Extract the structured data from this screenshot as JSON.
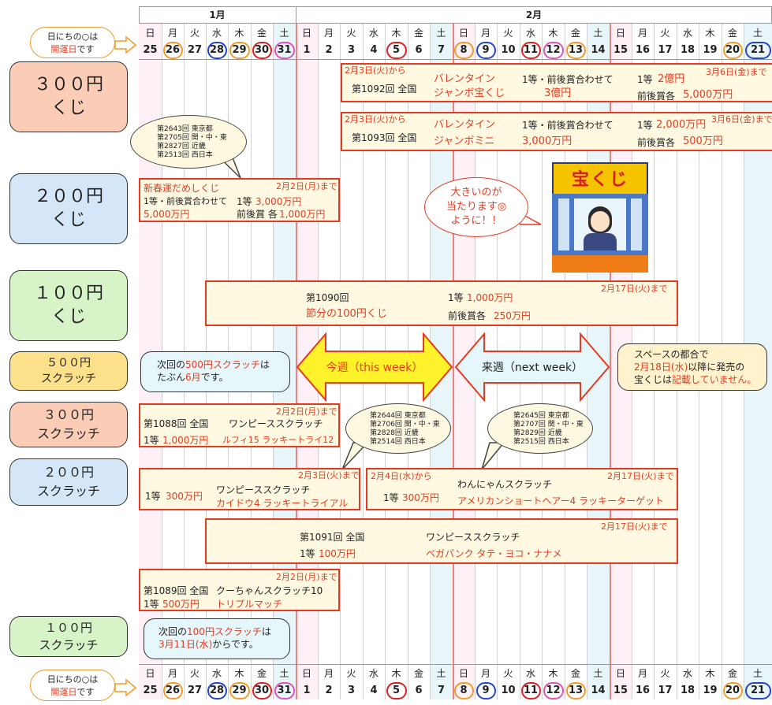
{
  "months": {
    "jan": "1月",
    "feb": "2月"
  },
  "weekdays": [
    "日",
    "月",
    "火",
    "水",
    "木",
    "金",
    "土",
    "日",
    "月",
    "火",
    "水",
    "木",
    "金",
    "土",
    "日",
    "月",
    "火",
    "水",
    "木",
    "金",
    "土",
    "日",
    "月",
    "火",
    "水",
    "木",
    "金",
    "土"
  ],
  "dates": [
    "25",
    "26",
    "27",
    "28",
    "29",
    "30",
    "31",
    "1",
    "2",
    "3",
    "4",
    "5",
    "6",
    "7",
    "8",
    "9",
    "10",
    "11",
    "12",
    "13",
    "14",
    "15",
    "16",
    "17",
    "18",
    "19",
    "20",
    "21"
  ],
  "legend": {
    "line1": "日にちの○は",
    "line2_red": "開運日",
    "line2_rest": "です"
  },
  "categories": {
    "c300kuji": {
      "l1": "３００円",
      "l2": "くじ"
    },
    "c200kuji": {
      "l1": "２００円",
      "l2": "くじ"
    },
    "c100kuji": {
      "l1": "１００円",
      "l2": "くじ"
    },
    "c500scratch": {
      "l1": "５００円",
      "l2": "スクラッチ"
    },
    "c300scratch": {
      "l1": "３００円",
      "l2": "スクラッチ"
    },
    "c200scratch": {
      "l1": "２００円",
      "l2": "スクラッチ"
    },
    "c100scratch": {
      "l1": "１００円",
      "l2": "スクラッチ"
    }
  },
  "lottery": {
    "valentine_jumbo": {
      "from": "2月3日(火)から",
      "until": "3月6日(金)まで",
      "round": "第1092回 全国",
      "name1": "バレンタイン",
      "name2": "ジャンボ宝くじ",
      "combined_label": "1等・前後賞合わせて",
      "combined": "3億円",
      "first_label": "1等",
      "first": "2億円",
      "adjacent_label": "前後賞各",
      "adjacent": "5,000万円"
    },
    "valentine_mini": {
      "from": "2月3日(火)から",
      "until": "3月6日(金)まで",
      "round": "第1093回 全国",
      "name1": "バレンタイン",
      "name2": "ジャンボミニ",
      "combined_label": "1等・前後賞合わせて",
      "combined": "3,000万円",
      "first_label": "1等",
      "first": "2,000万円",
      "adjacent_label": "前後賞各",
      "adjacent": "500万円"
    },
    "shinshun": {
      "until": "2月2日(月)まで",
      "name": "新春運だめしくじ",
      "combined_label": "1等・前後賞合わせて",
      "combined": "5,000万円",
      "first_label": "1等",
      "first": "3,000万円",
      "adjacent_label": "前後賞 各",
      "adjacent": "1,000万円"
    },
    "setsubun": {
      "until": "2月17日(火)まで",
      "round": "第1090回",
      "name": "節分の100円くじ",
      "first_label": "1等",
      "first": "1,000万円",
      "adjacent_label": "前後賞各",
      "adjacent": "250万円"
    },
    "scratch500_note": {
      "pre": "次回の",
      "red": "500円スクラッチ",
      "post": "は",
      "l2pre": "たぶん",
      "l2red": "6月",
      "l2post": "です。"
    },
    "scratch300": {
      "until": "2月2日(月)まで",
      "round": "第1088回 全国",
      "name": "ワンピーススクラッチ",
      "first_label": "1等",
      "first": "1,000万円",
      "sub": "ルフィ15 ラッキートライ12"
    },
    "scratch200a": {
      "until": "2月3日(火)まで",
      "name": "ワンピーススクラッチ",
      "first_label": "1等",
      "first": "300万円",
      "sub": "カイドウ4 ラッキートライアル"
    },
    "scratch200b": {
      "from": "2月4日(水)から",
      "until": "2月17日(火)まで",
      "name": "わんにゃんスクラッチ",
      "first_label": "1等",
      "first": "300万円",
      "sub": "アメリカンショートヘアー4 ラッキーターゲット"
    },
    "scratch200c": {
      "until": "2月17日(火)まで",
      "round": "第1091回 全国",
      "name": "ワンピーススクラッチ",
      "first_label": "1等",
      "first": "100万円",
      "sub": "ベガパンク タテ・ヨコ・ナナメ"
    },
    "scratch200d": {
      "until": "2月2日(月)まで",
      "round": "第1089回 全国",
      "name": "クーちゃんスクラッチ10",
      "first_label": "1等",
      "first": "500万円",
      "sub": "トリプルマッチ"
    },
    "scratch100_note": {
      "pre": "次回の",
      "red": "100円スクラッチ",
      "post": "は",
      "l2red": "3月11日(水)",
      "l2post": "からです。"
    }
  },
  "bubbles": {
    "b1": [
      "第2643回 東京都",
      "第2705回 関・中・東",
      "第2827回 近畿",
      "第2513回 西日本"
    ],
    "b2": [
      "第2644回 東京都",
      "第2706回 関・中・東",
      "第2828回 近畿",
      "第2514回 西日本"
    ],
    "b3": [
      "第2645回 東京都",
      "第2707回 関・中・東",
      "第2829回 近畿",
      "第2515回 西日本"
    ]
  },
  "wish": {
    "l1": "大きいのが",
    "l2": "当たります",
    "l3": "ように！！"
  },
  "shop_sign": "宝くじ",
  "this_week": "今週（this week）",
  "next_week": "来週（next week）",
  "space_note": {
    "l1": "スペースの都合で",
    "l2red": "2月18日(水)",
    "l2post": "以降に発売の",
    "l3pre": "宝くじは",
    "l3red": "記載していません。"
  },
  "colors": {
    "accent_red": "#e83a20",
    "box_bg": "#fff9e2",
    "today_line": "#f08080"
  }
}
